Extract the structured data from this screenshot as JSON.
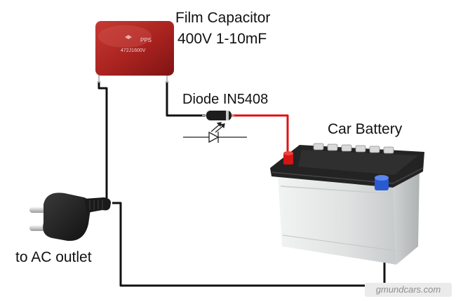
{
  "labels": {
    "capacitor_title": "Film Capacitor",
    "capacitor_rating": "400V 1-10mF",
    "diode": "Diode IN5408",
    "battery": "Car Battery",
    "ac_outlet": "to AC outlet"
  },
  "capacitor_marking": {
    "brand": "PPS",
    "code": "472J1600V"
  },
  "watermark": "gmundcars.com",
  "colors": {
    "capacitor_body": "#b02424",
    "wire": "#111111",
    "positive_wire": "#e01010",
    "positive_terminal": "#d41515",
    "negative_terminal": "#2a5ad0",
    "battery_case": "#e2e4e4",
    "battery_lid": "#232323",
    "plug": "#1f1f1f",
    "diode_band": "#c8c8c8"
  }
}
